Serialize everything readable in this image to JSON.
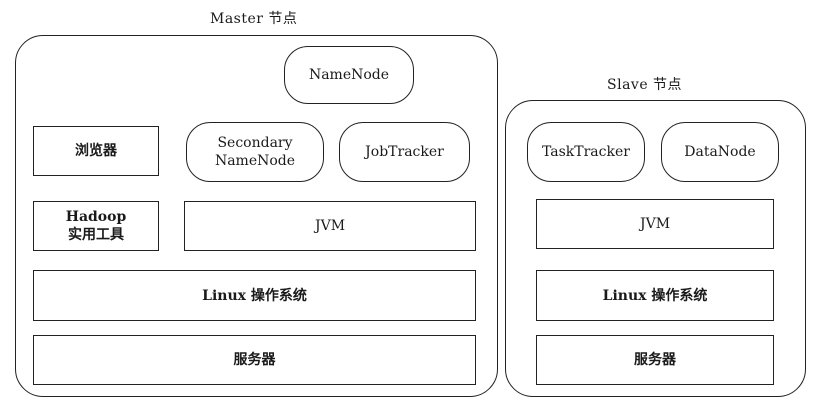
{
  "master": {
    "title": "Master 节点",
    "namenode": "NameNode",
    "browser": "浏览器",
    "secondary_namenode_line1": "Secondary",
    "secondary_namenode_line2": "NameNode",
    "jobtracker": "JobTracker",
    "hadoop_tools_line1": "Hadoop",
    "hadoop_tools_line2": "实用工具",
    "jvm": "JVM",
    "os": "Linux 操作系统",
    "server": "服务器"
  },
  "slave": {
    "title": "Slave 节点",
    "tasktracker": "TaskTracker",
    "datanode": "DataNode",
    "jvm": "JVM",
    "os": "Linux 操作系统",
    "server": "服务器"
  }
}
